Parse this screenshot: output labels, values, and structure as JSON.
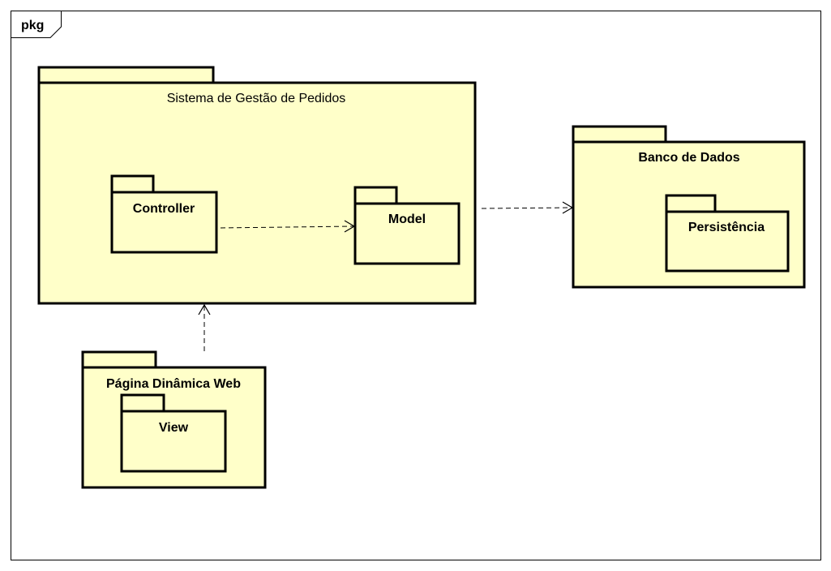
{
  "frame": {
    "label": "pkg"
  },
  "packages": {
    "sistema": {
      "label": "Sistema de Gestão de Pedidos"
    },
    "controller": {
      "label": "Controller"
    },
    "model": {
      "label": "Model"
    },
    "banco": {
      "label": "Banco de Dados"
    },
    "persistencia": {
      "label": "Persistência"
    },
    "pagina": {
      "label": "Página Dinâmica Web"
    },
    "view": {
      "label": "View"
    }
  },
  "colors": {
    "package_fill": "#ffffc9",
    "stroke": "#000000"
  }
}
